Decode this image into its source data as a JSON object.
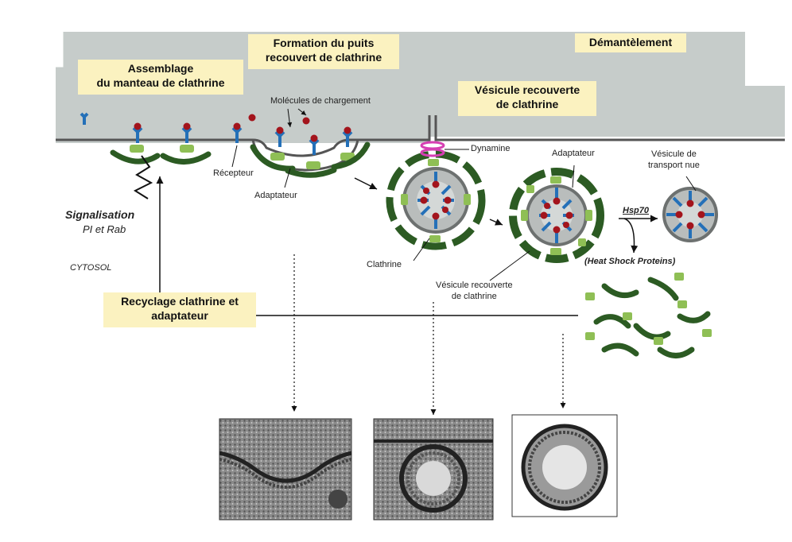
{
  "boxes": {
    "assemblage": "Assemblage\ndu manteau de clathrine",
    "formation": "Formation du puits\nrecouvert de clathrine",
    "demantelement": "Démantèlement",
    "vesicule": "Vésicule recouverte\nde clathrine",
    "recyclage": "Recyclage clathrine et\nadaptateur"
  },
  "labels": {
    "molecules": "Molécules de chargement",
    "recepteur": "Récepteur",
    "adaptateur1": "Adaptateur",
    "dynamine": "Dynamine",
    "adaptateur2": "Adaptateur",
    "vesicule_nue": "Vésicule de\ntransport nue",
    "hsp70": "Hsp70",
    "heat_shock": "(Heat Shock Proteins)",
    "clathrine": "Clathrine",
    "vesicule_recouverte": "Vésicule recouverte\nde clathrine",
    "signalisation": "Signalisation",
    "pi_rab": "PI et Rab",
    "cytosol": "CYTOSOL"
  },
  "colors": {
    "membrane": "#c6ccca",
    "clathrin": "#2c5b23",
    "adaptor": "#8fbf55",
    "receptor": "#2470b8",
    "cargo": "#a3141c",
    "label_box": "#fbf2c0",
    "dynamin": "#d63fb3"
  },
  "micrographs": [
    {
      "name": "em-coated-pit",
      "icon": "electron-micrograph"
    },
    {
      "name": "em-budding-vesicle",
      "icon": "electron-micrograph"
    },
    {
      "name": "em-coated-vesicle",
      "icon": "electron-micrograph"
    }
  ]
}
